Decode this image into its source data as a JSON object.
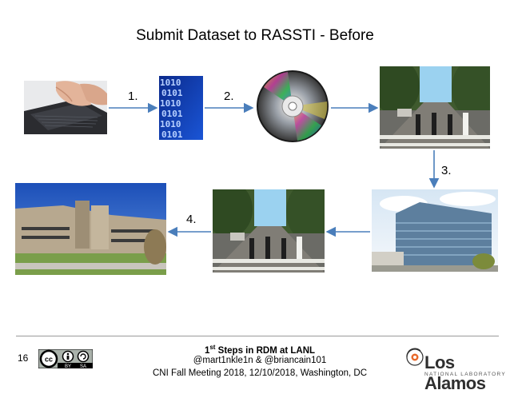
{
  "slide": {
    "title": "Submit Dataset to RASSTI - Before",
    "number": "16"
  },
  "steps": {
    "s1": "1.",
    "s2": "2.",
    "s3": "3.",
    "s4": "4."
  },
  "images": [
    {
      "name": "laptop-typing-photo"
    },
    {
      "name": "binary-data-image"
    },
    {
      "name": "compact-disc-image"
    },
    {
      "name": "abbey-road-photo"
    },
    {
      "name": "modern-office-building-photo"
    },
    {
      "name": "abbey-road-photo"
    },
    {
      "name": "lanl-building-photo"
    }
  ],
  "license": {
    "cc": "cc",
    "by": "BY",
    "sa": "SA"
  },
  "footer": {
    "line1_sup": "st",
    "line1_pre": "1",
    "line1_post": " Steps in RDM at LANL",
    "line2": "@mart1nkle1n & @briancain101",
    "line3": "CNI Fall Meeting 2018, 12/10/2018, Washington, DC"
  },
  "logo": {
    "name": "Los Alamos",
    "sub": "NATIONAL LABORATORY"
  },
  "colors": {
    "arrow": "#4a7ebb",
    "logo_orange": "#e8692a"
  }
}
